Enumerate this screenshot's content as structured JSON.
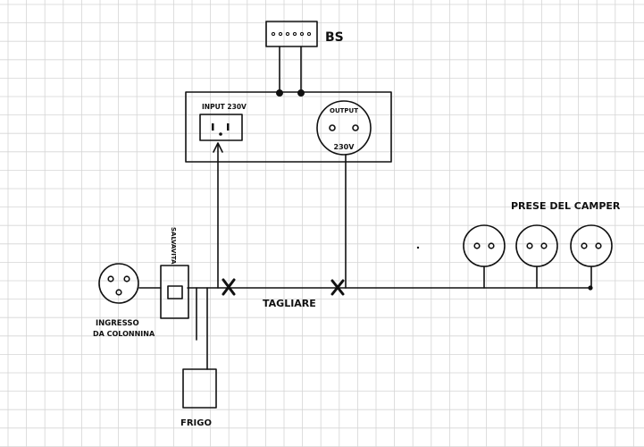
{
  "labels": {
    "bs": "BS",
    "input_label": "INPUT 230V",
    "output_top": "OUTPUT",
    "output_bottom": "230V",
    "prese": "PRESE DEL CAMPER",
    "tagliare": "TAGLIARE",
    "salvavita": "SALVAVITA",
    "ingresso_line1": "INGRESSO",
    "ingresso_line2": "DA COLONNINA",
    "frigo": "FRIGO"
  },
  "colors": {
    "paper": "#ffffff",
    "grid": "#d5d5d5",
    "ink": "#111111"
  },
  "camper_sockets": [
    "socket-1",
    "socket-2",
    "socket-3"
  ]
}
